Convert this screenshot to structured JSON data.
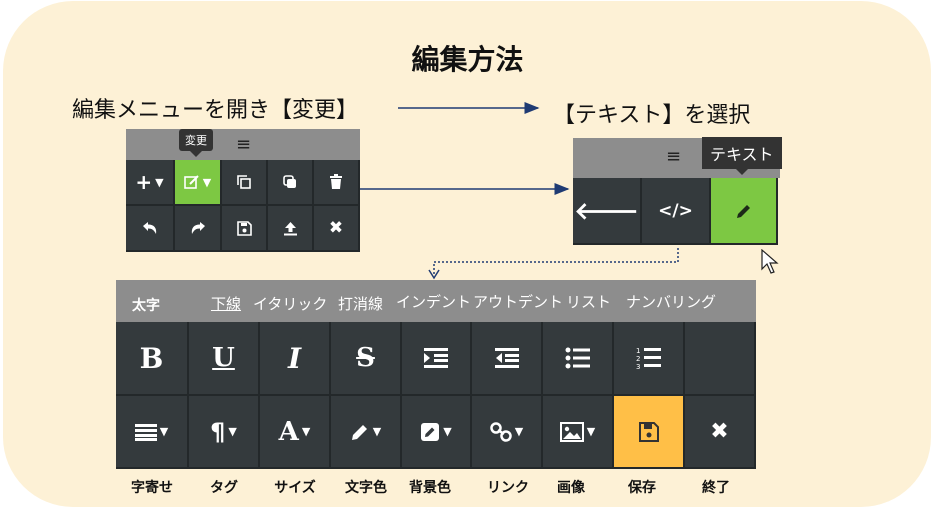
{
  "title": "編集方法",
  "step1_caption": "編集メニューを開き【変更】",
  "step2_caption": "【テキスト】を選択",
  "small_toolbar": {
    "tooltip": "変更",
    "menu_icon": "hamburger-icon",
    "row1_icons": [
      "plus-chevron-icon",
      "edit-chevron-icon",
      "copy-icon",
      "duplicate-icon",
      "trash-icon"
    ],
    "row2_icons": [
      "undo-icon",
      "redo-icon",
      "save-icon",
      "upload-icon",
      "close-icon"
    ]
  },
  "mid_toolbar": {
    "tooltip": "テキスト",
    "menu_icon": "hamburger-icon",
    "icons": [
      "arrow-left-icon",
      "code-icon",
      "pencil-icon"
    ]
  },
  "editor_toolbar": {
    "menu_items": [
      "太字",
      "下線",
      "イタリック",
      "打消線",
      "インデント",
      "アウトデント",
      "リスト",
      "ナンバリング"
    ],
    "row1_icons": [
      "bold-icon",
      "underline-icon",
      "italic-icon",
      "strikethrough-icon",
      "indent-icon",
      "outdent-icon",
      "list-icon",
      "numbered-list-icon",
      "blank"
    ],
    "row2_icons": [
      "align-icon",
      "paragraph-icon",
      "font-size-icon",
      "text-color-icon",
      "background-color-icon",
      "link-icon",
      "image-icon",
      "save-icon",
      "close-icon"
    ],
    "bottom_labels": [
      "字寄せ",
      "タグ",
      "サイズ",
      "文字色",
      "背景色",
      "リンク",
      "画像",
      "保存",
      "終了"
    ]
  },
  "colors": {
    "background": "#fdf1d6",
    "toolbar_dark": "#343a3d",
    "toolbar_gray": "#8d8d8d",
    "active_green": "#7dc843",
    "save_yellow": "#ffbf47",
    "arrow_blue": "#1f3b73"
  }
}
